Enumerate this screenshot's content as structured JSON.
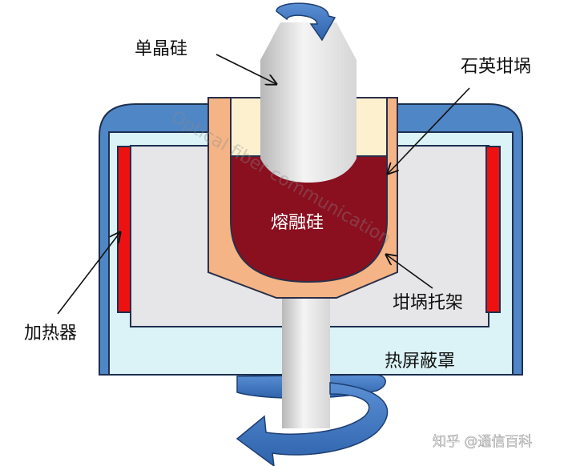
{
  "labels": {
    "single_crystal": "单晶硅",
    "quartz_crucible": "石英坩埚",
    "molten_silicon": "熔融硅",
    "crucible_holder": "坩埚托架",
    "heater": "加热器",
    "heat_shield": "热屏蔽罩"
  },
  "watermarks": {
    "faint": "Optical fiber communication",
    "source": "知乎 @通信百科"
  },
  "colors": {
    "shield_blue": "#4f86c6",
    "shield_inner": "#dbf3f6",
    "chamber_gray": "#e6e6e8",
    "heater_red": "#ee1111",
    "holder_orange": "#f4b485",
    "crucible_cream": "#fdf0cf",
    "molten_red": "#8a1020",
    "arrow_blue": "#3a74c0"
  }
}
